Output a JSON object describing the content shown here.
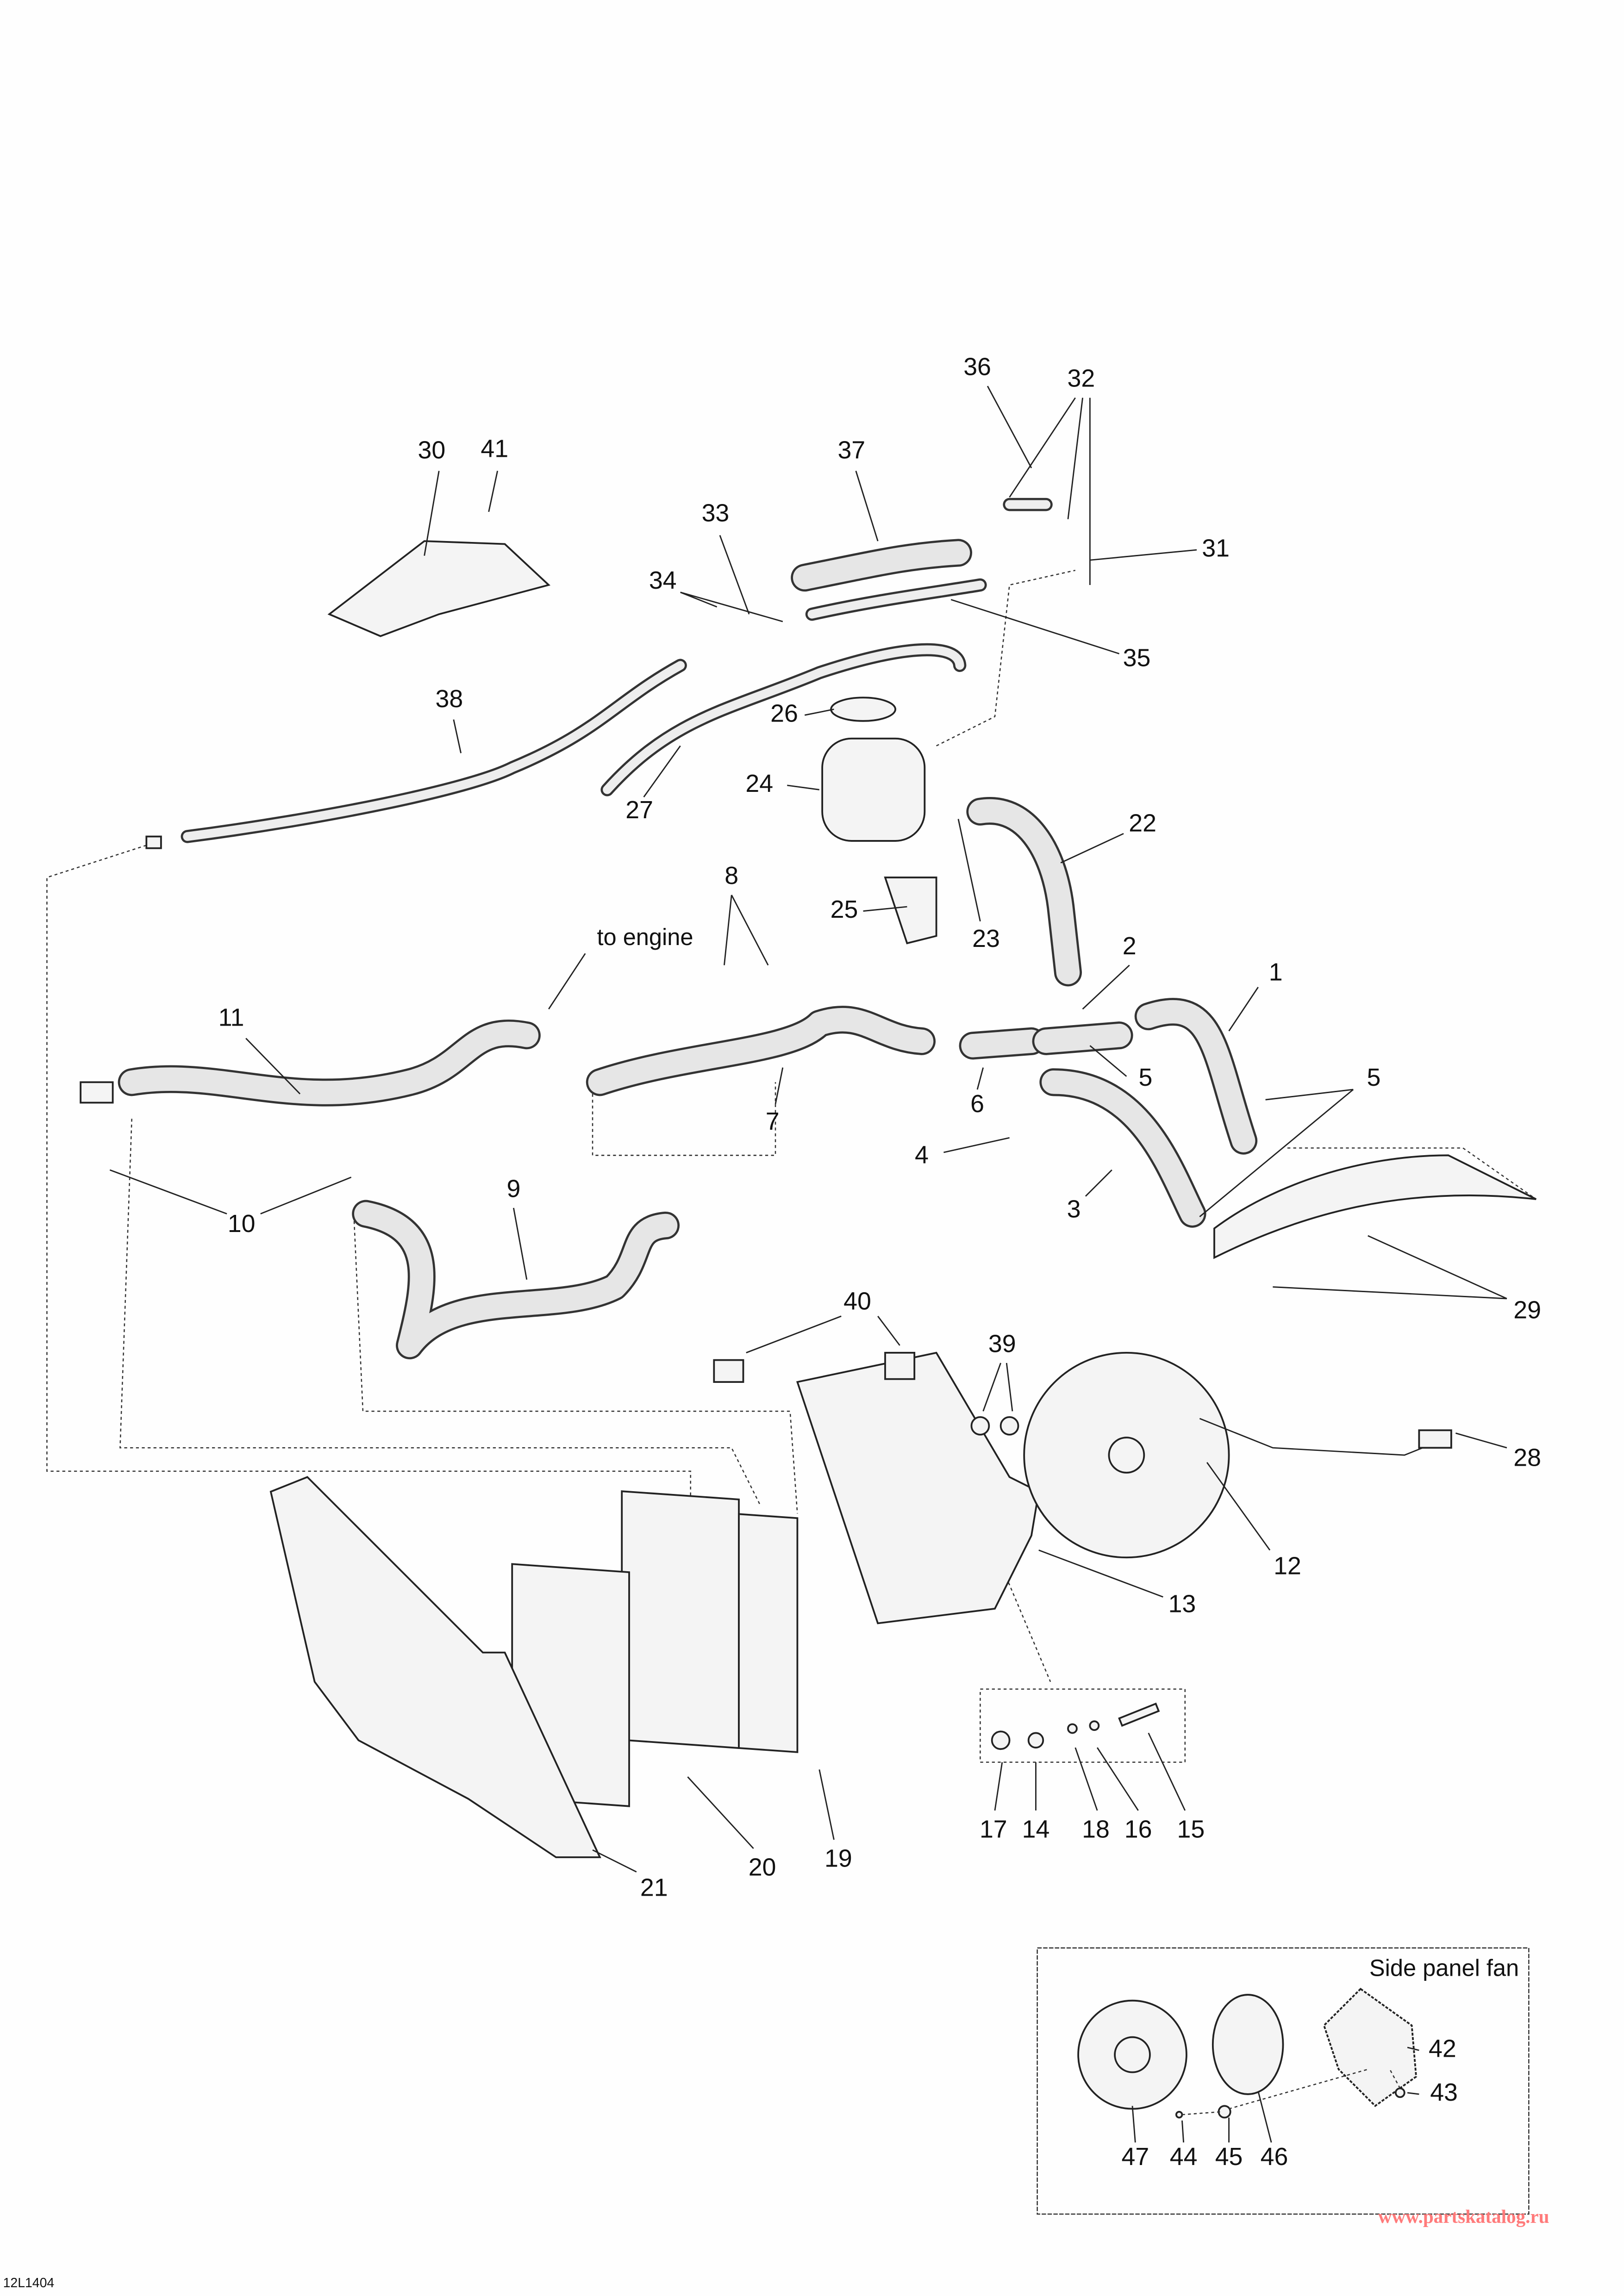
{
  "diagram": {
    "drawing_code": "12L1404",
    "watermark": "www.partskatalog.ru",
    "annotation_to_engine": "to engine",
    "inset_title": "Side panel fan",
    "callouts": [
      "1",
      "2",
      "3",
      "4",
      "5",
      "5",
      "6",
      "7",
      "8",
      "9",
      "10",
      "11",
      "12",
      "13",
      "14",
      "15",
      "16",
      "17",
      "18",
      "19",
      "20",
      "21",
      "22",
      "23",
      "24",
      "25",
      "26",
      "27",
      "28",
      "29",
      "30",
      "31",
      "32",
      "33",
      "34",
      "35",
      "36",
      "37",
      "38",
      "39",
      "40",
      "41",
      "42",
      "43",
      "44",
      "45",
      "46",
      "47"
    ],
    "colors": {
      "line": "#222222",
      "part_fill": "#f4f4f4",
      "watermark": "#ff7a7a"
    }
  }
}
